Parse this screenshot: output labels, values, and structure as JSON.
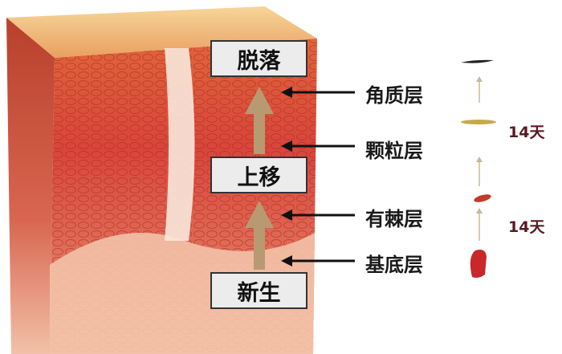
{
  "stages": {
    "shed": "脱落",
    "move_up": "上移",
    "new": "新生"
  },
  "layers": [
    "角质层",
    "颗粒层",
    "有棘层",
    "基底层"
  ],
  "durations": [
    "14天",
    "14天"
  ],
  "colors": {
    "box_bg": "#ececec",
    "arrow_tan": "#b89a72",
    "label_arrow": "#111111",
    "days_text": "#5a1a22"
  }
}
